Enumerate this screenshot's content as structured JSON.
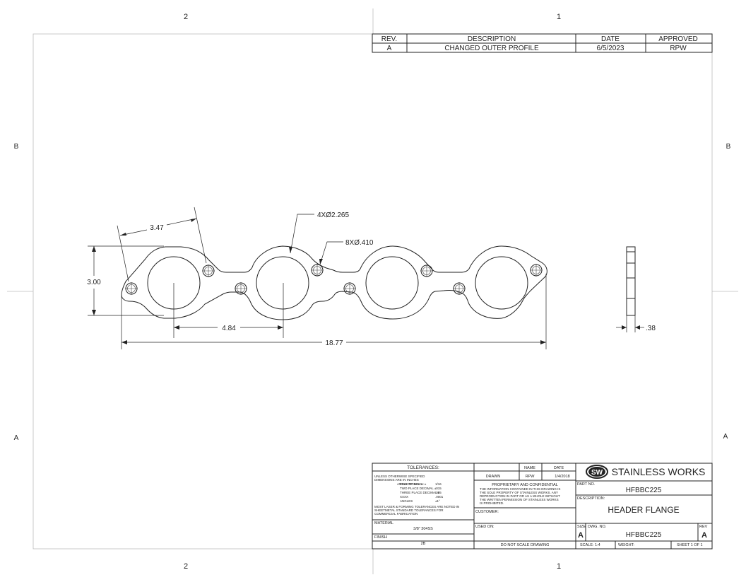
{
  "zones": {
    "top_left": "2",
    "top_right": "1",
    "left_upper": "B",
    "right_upper": "B",
    "left_lower": "A",
    "right_lower": "A",
    "bottom_left": "2",
    "bottom_right": "1"
  },
  "revision_table": {
    "headers": [
      "REV.",
      "DESCRIPTION",
      "DATE",
      "APPROVED"
    ],
    "rows": [
      [
        "A",
        "CHANGED OUTER PROFILE",
        "6/5/2023",
        "RPW"
      ]
    ]
  },
  "dimensions": {
    "hole_spacing_angle": "3.47",
    "port_callout": "4XØ2.265",
    "bolt_callout": "8XØ.410",
    "height": "3.00",
    "port_spacing": "4.84",
    "overall_length": "18.77",
    "thickness": ".38"
  },
  "title_block": {
    "tolerances_title": "TOLERANCES:",
    "tol_lines": [
      "UNLESS OTHERWISE SPECIFIED",
      "DIMENSIONS ARE IN INCHES"
    ],
    "tol_rows": [
      [
        "ANGULAR: MACH ±",
        ""
      ],
      [
        "FRACTIONAL ±",
        "1/16"
      ],
      [
        "TWO PLACE DECIMAL ±",
        ".015"
      ],
      [
        "THREE PLACE DECIMAL ±",
        ".005"
      ],
      [
        "XXXX",
        ".0001"
      ],
      [
        "ANGLES",
        "±1°"
      ]
    ],
    "tol_note": [
      "MOST LASER & FORMING TOLERANCES ARE NOTED IN",
      "SHEETMETAL STANDARD TOLERANCES FOR",
      "COMMERCIAL FABRICATION"
    ],
    "material_label": "MATERIAL",
    "material_value": "3/8\" 304SS",
    "finish_label": "FINISH",
    "finish_value": "2B",
    "name_header": "NAME",
    "date_header": "DATE",
    "drawn_label": "DRAWN",
    "drawn_name": "RPW",
    "drawn_date": "1/4/2018",
    "proprietary_title": "PROPRIETARY AND CONFIDENTIAL",
    "proprietary_text": [
      "THE INFORMATION CONTAINED IN THIS DRAWING IS",
      "THE SOLE PROPERTY OF STAINLESS WORKS. ANY",
      "REPRODUCTION IN PART OR AS A WHOLE WITHOUT",
      "THE WRITTEN PERMISSION OF STAINLESS WORKS",
      "IS PROHIBITED."
    ],
    "customer_label": "CUSTOMER:",
    "used_on_label": "USED ON:",
    "do_not_scale": "DO NOT SCALE DRAWING",
    "logo_mark": "SW",
    "company": "STAINLESS WORKS",
    "part_no_label": "PART NO.",
    "part_no": "HFBBC225",
    "description_label": "DESCRIPTION:",
    "description": "HEADER FLANGE",
    "size_label": "SIZE",
    "size": "A",
    "dwg_no_label": "DWG. NO.",
    "dwg_no": "HFBBC225",
    "rev_label": "REV",
    "rev": "A",
    "scale_label": "SCALE: 1:4",
    "weight_label": "WEIGHT:",
    "sheet_label": "SHEET 1 OF 1"
  }
}
